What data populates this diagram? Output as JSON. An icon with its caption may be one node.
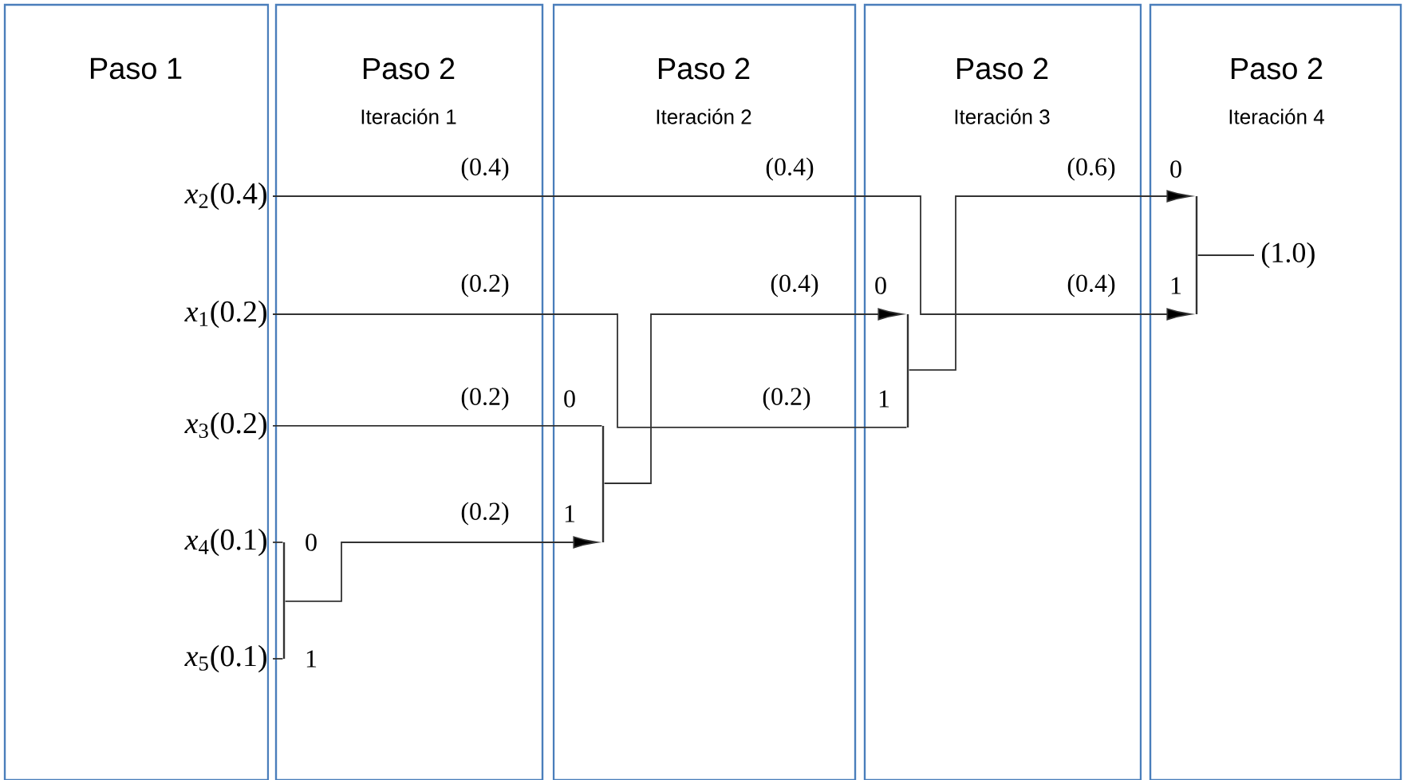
{
  "diagram": {
    "nodes": [
      {
        "text": [
          "*x*$_{2}$(0.4)"
        ]
      },
      {
        "text": [
          "*x*$_{1}$(0.2)"
        ]
      },
      {
        "text": [
          "*x*$_{3}$(0.2)"
        ]
      },
      {
        "text": [
          "*x*$_{4}$(0.1)"
        ]
      },
      {
        "text": [
          "*x*$_{5}$(0.1)"
        ]
      },
      {
        "text": [],
        "shape": "bar"
      },
      {
        "text": [],
        "shape": "bar"
      },
      {
        "text": [],
        "shape": "bar"
      },
      {
        "text": [],
        "shape": "bar"
      },
      {
        "text": [
          "(1.0)"
        ]
      }
    ],
    "edges": [
      {
        "from": 3,
        "to": 5,
        "arrow": "none"
      },
      {
        "from": 4,
        "to": 5,
        "arrow": "none"
      },
      {
        "from": 5,
        "to": 6,
        "arrow": "to"
      },
      {
        "from": 2,
        "to": 6,
        "arrow": "none"
      },
      {
        "from": 6,
        "to": 7,
        "arrow": "to"
      },
      {
        "from": 1,
        "to": 7,
        "arrow": "none"
      },
      {
        "from": 7,
        "to": 8,
        "arrow": "to"
      },
      {
        "from": 0,
        "to": 8,
        "arrow": "to"
      },
      {
        "from": 8,
        "to": 9,
        "arrow": "none"
      }
    ],
    "labels": [
      "Paso 1",
      "Paso 2",
      "Paso 2",
      "Paso 2",
      "Paso 2",
      "Iteración 1",
      "Iteración 2",
      "Iteración 3",
      "Iteración 4",
      "(0.4)",
      "(0.4)",
      "(0.6)",
      "0",
      "(0.2)",
      "(0.4)",
      "0",
      "(0.4)",
      "1",
      "(0.2)",
      "0",
      "(0.2)",
      "1",
      "(0.2)",
      "1",
      "0",
      "1"
    ]
  }
}
